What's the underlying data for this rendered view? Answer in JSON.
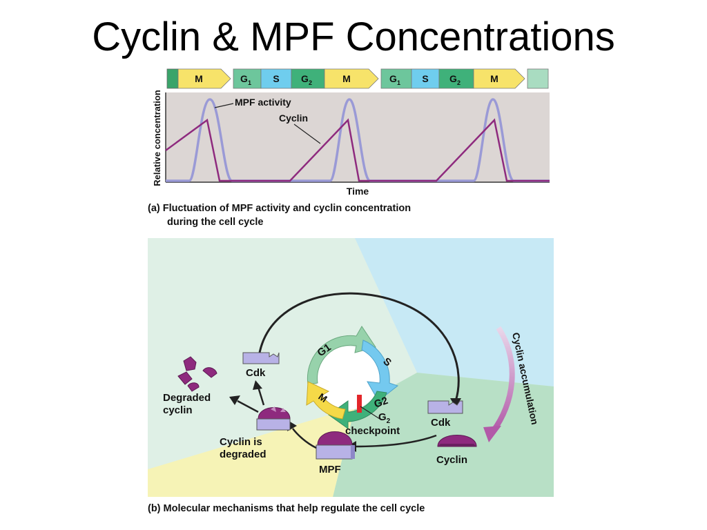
{
  "slide": {
    "title": "Cyclin & MPF Concentrations"
  },
  "panel_a": {
    "phases": [
      {
        "name": "M",
        "sub": ""
      },
      {
        "name": "G",
        "sub": "1"
      },
      {
        "name": "S",
        "sub": ""
      },
      {
        "name": "G",
        "sub": "2"
      },
      {
        "name": "M",
        "sub": ""
      },
      {
        "name": "G",
        "sub": "1"
      },
      {
        "name": "S",
        "sub": ""
      },
      {
        "name": "G",
        "sub": "2"
      },
      {
        "name": "M",
        "sub": ""
      }
    ],
    "ylabel": "Relative concentration",
    "xlabel": "Time",
    "label_mpf": "MPF activity",
    "label_cyclin": "Cyclin",
    "caption_line1": "(a) Fluctuation of MPF activity and cyclin concentration",
    "caption_line2": "during the cell cycle",
    "colors": {
      "mpf": "#9a9ad6",
      "cyclin": "#8e2a7e",
      "M": "#f7e36a",
      "G": "#6dc69c",
      "S": "#6fcdee"
    }
  },
  "panel_b": {
    "cycle_G1": "G1",
    "cycle_S": "S",
    "cycle_G2": "G2",
    "cycle_M": "M",
    "g2_checkpoint_line1": "G",
    "g2_checkpoint_sub": "2",
    "g2_checkpoint_line2": "checkpoint",
    "cdk_left": "Cdk",
    "cdk_right": "Cdk",
    "cyclin": "Cyclin",
    "mpf": "MPF",
    "degraded_cyclin_line1": "Degraded",
    "degraded_cyclin_line2": "cyclin",
    "cyclin_is_degraded_line1": "Cyclin is",
    "cyclin_is_degraded_line2": "degraded",
    "cyclin_accumulation": "Cyclin accumulation",
    "caption": "(b) Molecular mechanisms that help regulate the cell cycle"
  }
}
